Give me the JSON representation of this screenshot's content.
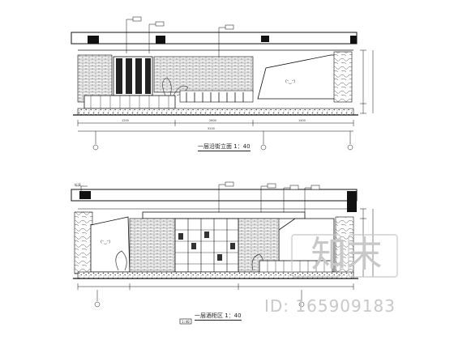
{
  "upper_elevation": {
    "caption": "一层沿街立面 1：40",
    "ceiling_tag": "",
    "dim_top": "",
    "dim_main": ""
  },
  "lower_elevation": {
    "caption": "一层酒柜区 1：40",
    "ceiling_tag": "标高",
    "scale_box": "1:40"
  },
  "watermark": {
    "brand_text": "知末",
    "id_text": "ID: 165909183"
  },
  "colors": {
    "line": "#111111",
    "hatch": "#555555",
    "watermark": "#c8c8c8"
  }
}
